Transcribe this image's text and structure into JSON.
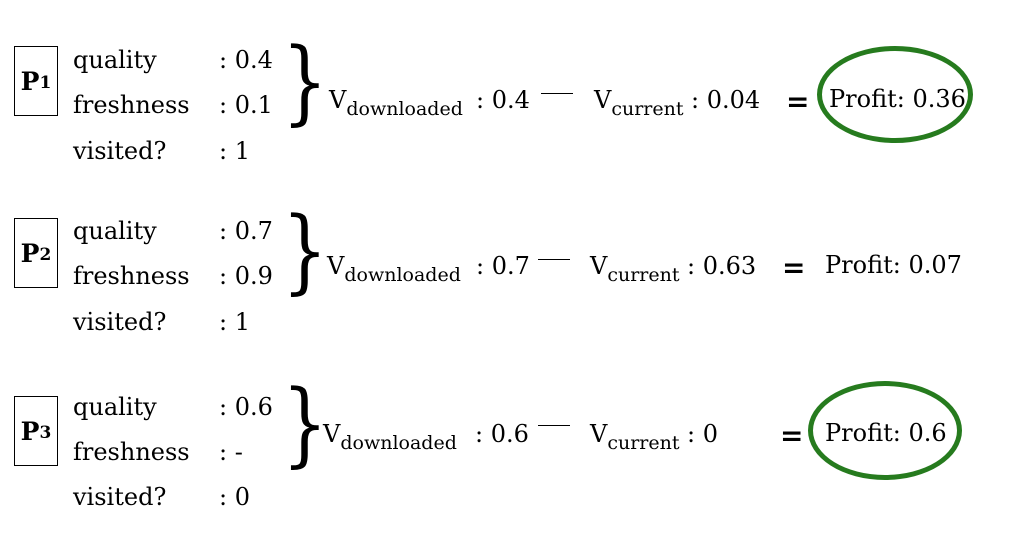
{
  "pages": [
    {
      "p_letter": "P",
      "p_index": "1",
      "quality_label": "quality",
      "quality_value": ": 0.4",
      "freshness_label": "freshness",
      "freshness_value": ": 0.1",
      "visited_label": "visited?",
      "visited_value": ": 1",
      "v_down_base": "V",
      "v_down_sub": "downloaded",
      "v_down_value": ": 0.4",
      "v_cur_base": "V",
      "v_cur_sub": "current",
      "v_cur_value": ": 0.04",
      "equals": "=",
      "profit": "Profit: 0.36",
      "circled": true
    },
    {
      "p_letter": "P",
      "p_index": "2",
      "quality_label": "quality",
      "quality_value": ": 0.7",
      "freshness_label": "freshness",
      "freshness_value": ": 0.9",
      "visited_label": "visited?",
      "visited_value": ": 1",
      "v_down_base": "V",
      "v_down_sub": "downloaded",
      "v_down_value": ": 0.7",
      "v_cur_base": "V",
      "v_cur_sub": "current",
      "v_cur_value": ": 0.63",
      "equals": "=",
      "profit": "Profit: 0.07",
      "circled": false
    },
    {
      "p_letter": "P",
      "p_index": "3",
      "quality_label": "quality",
      "quality_value": ": 0.6",
      "freshness_label": "freshness",
      "freshness_value": ": -",
      "visited_label": "visited?",
      "visited_value": ": 0",
      "v_down_base": "V",
      "v_down_sub": "downloaded",
      "v_down_value": ": 0.6",
      "v_cur_base": "V",
      "v_cur_sub": "current",
      "v_cur_value": ": 0",
      "equals": "=",
      "profit": "Profit: 0.6",
      "circled": true
    }
  ],
  "highlight_color": "#267b1e"
}
